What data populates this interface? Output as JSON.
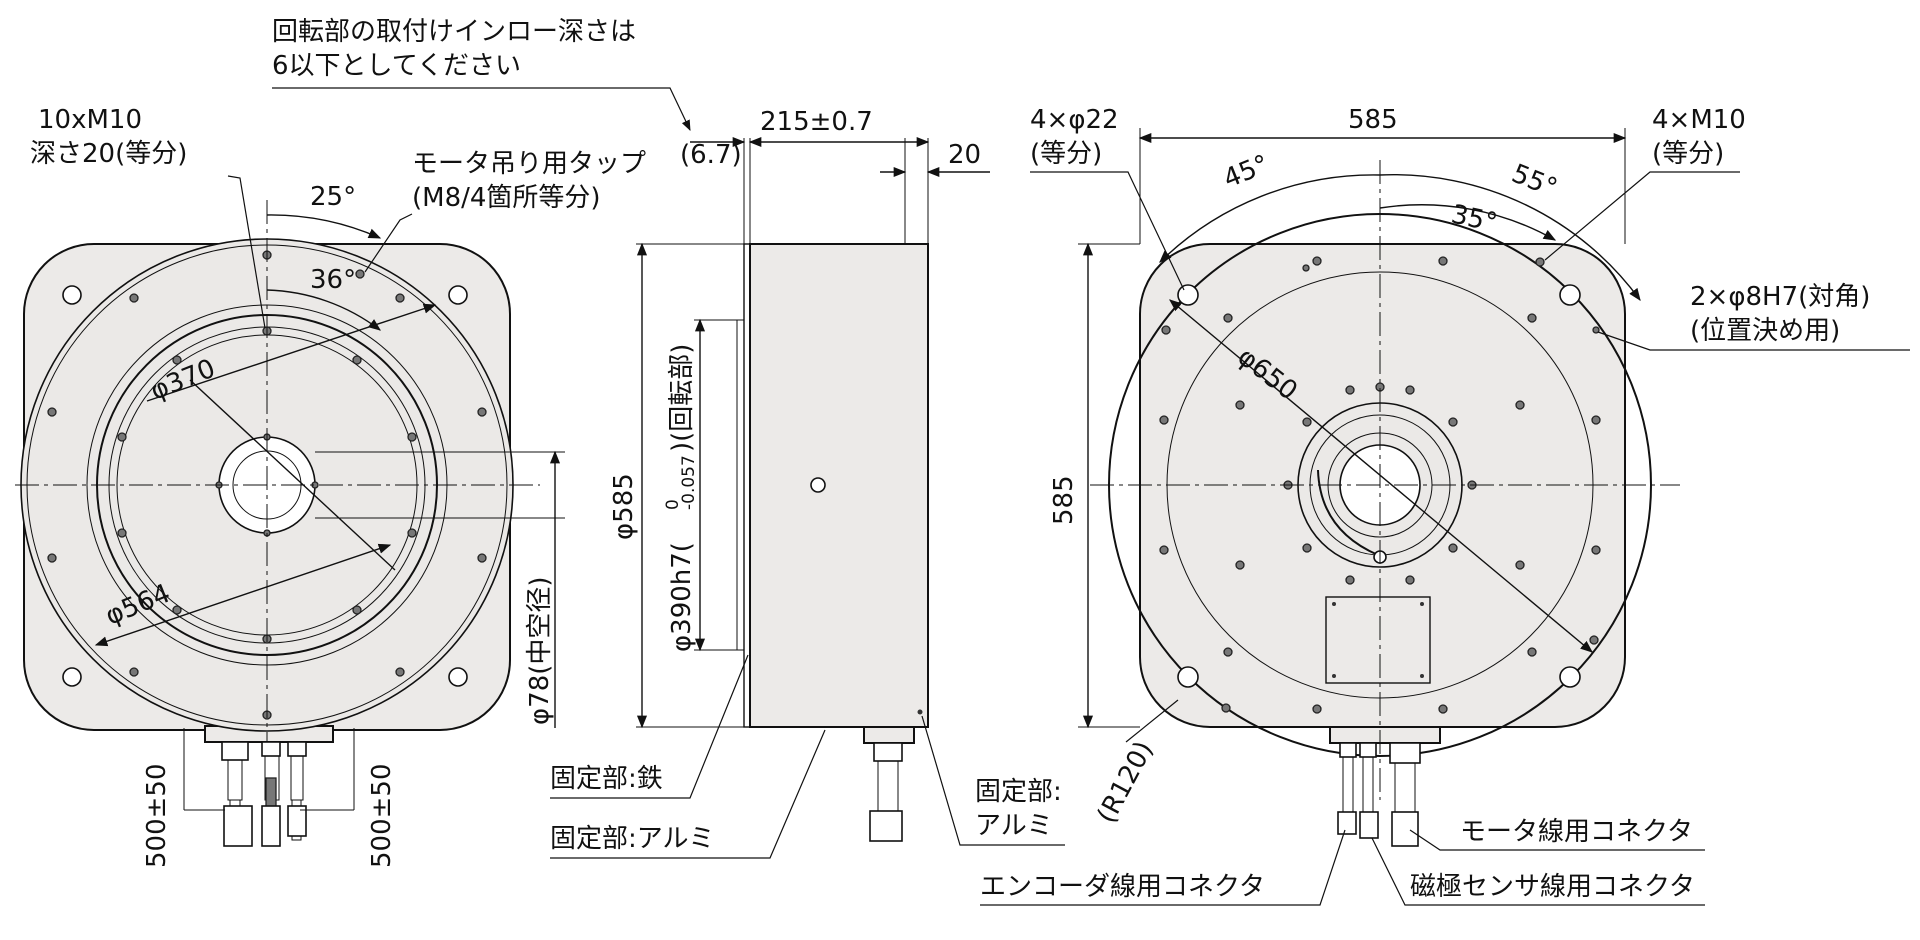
{
  "drawing": {
    "note_top_line1": "回転部の取付けインロー深さは",
    "note_top_line2": "6以下としてください",
    "front": {
      "tap_line1": "10xM10",
      "tap_line2": "深さ20(等分)",
      "lift_line1": "モータ吊り用タップ",
      "lift_line2": "(M8/4箇所等分)",
      "angle_25": "25°",
      "angle_36": "36°",
      "dia_370": "φ370",
      "dia_564": "φ564",
      "cable_length_left": "500±50",
      "cable_length_right": "500±50",
      "bore_diameter": "φ78(中空径)"
    },
    "side": {
      "dim_offset": "(6.7)",
      "dim_length": "215±0.7",
      "dim_20": "20",
      "dia_585": "φ585",
      "dia_390": "φ390h7(",
      "tol_upper": "0",
      "tol_lower": "-0.057",
      "dia_390_suffix": ")(回転部)",
      "fixed_iron": "固定部:鉄",
      "fixed_alu": "固定部:アルミ",
      "fixed_alu2_line1": "固定部:",
      "fixed_alu2_line2": "アルミ"
    },
    "back": {
      "width_585": "585",
      "height_585": "585",
      "holes_22_line1": "4×φ22",
      "holes_22_line2": "(等分)",
      "tap_m10_line1": "4×M10",
      "tap_m10_line2": "(等分)",
      "angle_45": "45°",
      "angle_55": "55°",
      "angle_35": "35°",
      "dia_650": "φ650",
      "pin_line1": "2×φ8H7(対角)",
      "pin_line2": "(位置決め用)",
      "radius": "(R120)",
      "motor_connector": "モータ線用コネクタ",
      "encoder_connector": "エンコーダ線用コネクタ",
      "pole_connector": "磁極センサ線用コネクタ"
    }
  }
}
